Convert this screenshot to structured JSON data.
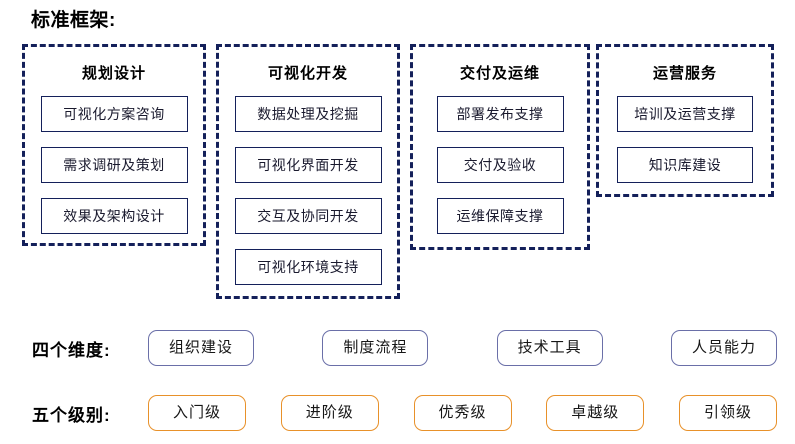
{
  "title": "标准框架:",
  "panels": [
    {
      "name": "planning-design",
      "title": "规划设计",
      "items": [
        "可视化方案咨询",
        "需求调研及策划",
        "效果及架构设计"
      ]
    },
    {
      "name": "visual-development",
      "title": "可视化开发",
      "items": [
        "数据处理及挖掘",
        "可视化界面开发",
        "交互及协同开发",
        "可视化环境支持"
      ]
    },
    {
      "name": "delivery-operations",
      "title": "交付及运维",
      "items": [
        "部署发布支撑",
        "交付及验收",
        "运维保障支撑"
      ]
    },
    {
      "name": "operation-service",
      "title": "运营服务",
      "items": [
        "培训及运营支撑",
        "知识库建设"
      ]
    }
  ],
  "dimensions": {
    "label": "四个维度:",
    "items": [
      "组织建设",
      "制度流程",
      "技术工具",
      "人员能力"
    ]
  },
  "levels": {
    "label": "五个级别:",
    "items": [
      "入门级",
      "进阶级",
      "优秀级",
      "卓越级",
      "引领级"
    ]
  },
  "colors": {
    "panel_border": "#14205a",
    "item_border": "#14205a",
    "dimension_pill_border": "#6a6fa8",
    "level_pill_border": "#e8912a",
    "text": "#111111",
    "background": "#ffffff"
  }
}
